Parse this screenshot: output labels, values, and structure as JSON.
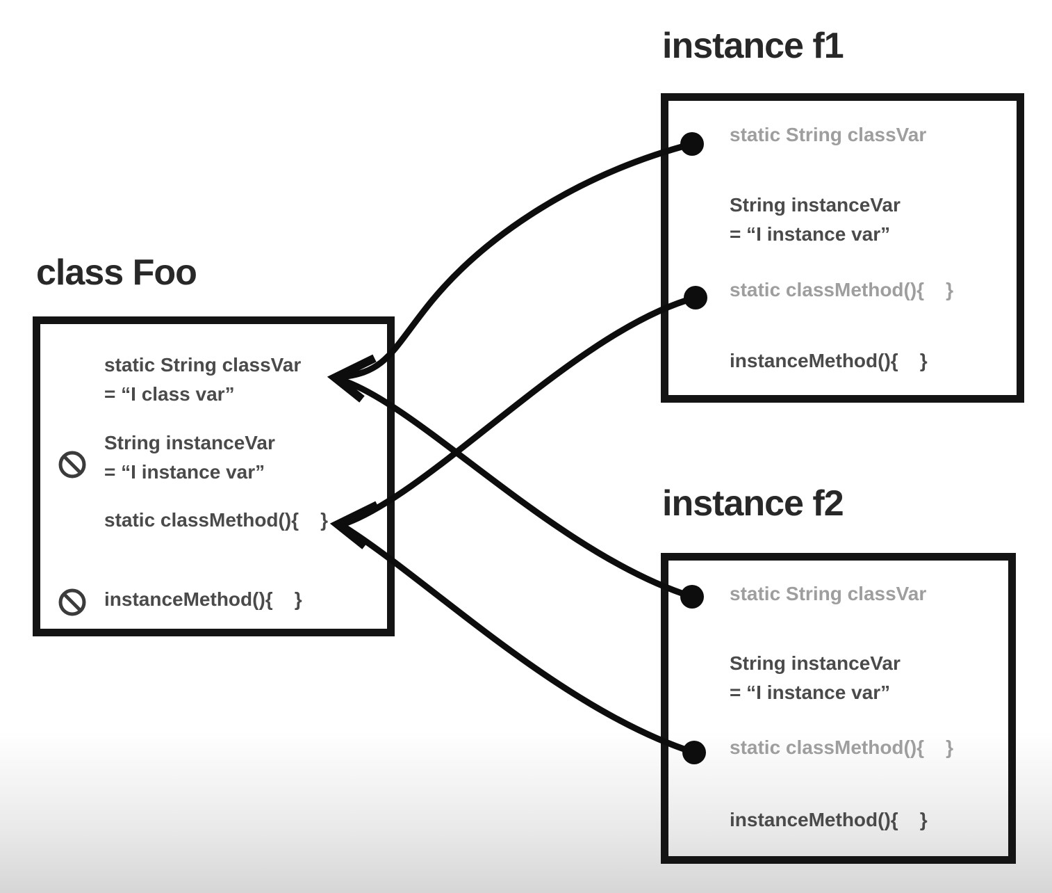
{
  "colors": {
    "title_text": "#282828",
    "member_text": "#4a4a4a",
    "inherited_member_text": "#9e9e9e",
    "line_and_border": "#141414",
    "background_top": "#ffffff",
    "background_bottom": "#d6d6d6"
  },
  "foo": {
    "title": "class Foo",
    "classvar_l1": "static String classVar",
    "classvar_l2": "= “I class var”",
    "instancevar_l1": "String instanceVar",
    "instancevar_l2": "= “I instance var”",
    "classmethod": "static classMethod(){    }",
    "instancemethod": "instanceMethod(){    }"
  },
  "f1": {
    "title": "instance f1",
    "classvar": "static String classVar",
    "instancevar_l1": "String instanceVar",
    "instancevar_l2": "= “I instance var”",
    "classmethod": "static classMethod(){    }",
    "instancemethod": "instanceMethod(){    }"
  },
  "f2": {
    "title": "instance f2",
    "classvar": "static String classVar",
    "instancevar_l1": "String instanceVar",
    "instancevar_l2": "= “I instance var”",
    "classmethod": "static classMethod(){    }",
    "instancemethod": "instanceMethod(){    }"
  },
  "icons": {
    "no_entry_icon": "circle with diagonal slash (prohibited / not accessible)",
    "connector_dot": "filled black dot (reference origin)",
    "arrowhead": "open V arrowhead pointing left"
  },
  "connections": [
    {
      "from": "instance f1 / static String classVar",
      "to": "class Foo / static String classVar"
    },
    {
      "from": "instance f1 / static classMethod()",
      "to": "class Foo / static classMethod()"
    },
    {
      "from": "instance f2 / static String classVar",
      "to": "class Foo / static String classVar"
    },
    {
      "from": "instance f2 / static classMethod()",
      "to": "class Foo / static classMethod()"
    }
  ]
}
